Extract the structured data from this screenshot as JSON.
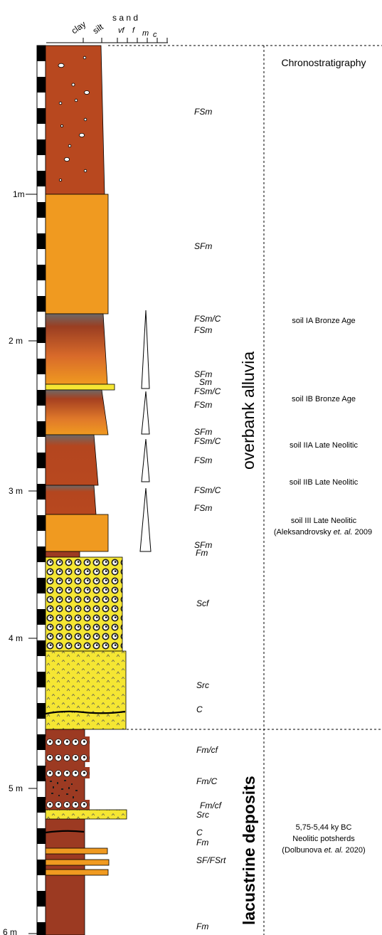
{
  "grain_scale": {
    "word_clay": "clay",
    "word_silt": "silt",
    "word_sand": "s a n d",
    "vf": "vf",
    "f": "f",
    "m": "m",
    "c": "c"
  },
  "depth_labels": [
    "1m",
    "2 m",
    "3 m",
    "4 m",
    "5 m",
    "6 m"
  ],
  "facies_codes": [
    "FSm",
    "SFm",
    "FSm/C",
    "FSm",
    "SFm",
    "Sm",
    "FSm/C",
    "FSm",
    "SFm",
    "FSm/C",
    "FSm",
    "FSm/C",
    "FSm",
    "SFm",
    "Fm",
    "Scf",
    "Src",
    "C",
    "Fm/cf",
    "Fm/C",
    "Fm/cf",
    "Src",
    "C",
    "Fm",
    "SF/FSrt",
    "Fm"
  ],
  "units": {
    "upper": "overbank alluvia",
    "lower": "lacustrine deposits"
  },
  "chrono": {
    "header": "Chronostratigraphy",
    "soil_1a": "soil IA Bronze Age",
    "soil_1b": "soil IB Bronze Age",
    "soil_2a": "soil IIA Late Neolitic",
    "soil_2b": "soil IIB Late Neolitic",
    "soil_3_line1": "soil III Late Neolitic",
    "soil_3_ref_pre": "(Aleksandrovsky ",
    "soil_3_ref_it": "et. al.",
    "soil_3_ref_post": " 2009",
    "lacustrine_age": "5,75-5,44 ky BC",
    "lacustrine_note": "Neolitic potsherds",
    "lacustrine_ref_pre": "(Dolbunova ",
    "lacustrine_ref_it": "et. al.",
    "lacustrine_ref_post": " 2020)"
  },
  "colors": {
    "brown": "#b8481f",
    "orange": "#f09a20",
    "dark_brown": "#9c3a22",
    "yellow": "#f5e633",
    "grey_soil": "#6f6866"
  }
}
